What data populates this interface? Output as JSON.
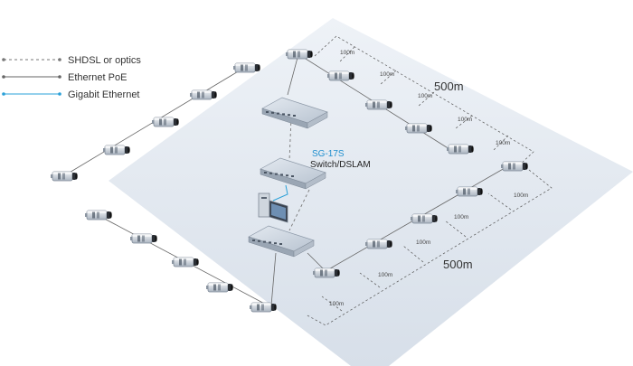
{
  "legend": [
    {
      "label": "SHDSL or optics",
      "style": "dashed",
      "color": "#777777"
    },
    {
      "label": "Ethernet PoE",
      "style": "solid",
      "color": "#666666"
    },
    {
      "label": "Gigabit Ethernet",
      "style": "solid",
      "color": "#2aa0d8"
    }
  ],
  "device": {
    "model": "SG-17S",
    "type": "Switch/DSLAM"
  },
  "distances": {
    "segment": "100m",
    "total": "500m"
  },
  "colors": {
    "floor": "#dfe6ef",
    "accent": "#1f8fcf",
    "switch": "#c9d3df"
  },
  "icons": {
    "camera": "camera-icon",
    "switch": "switch-icon",
    "computer": "computer-icon"
  }
}
